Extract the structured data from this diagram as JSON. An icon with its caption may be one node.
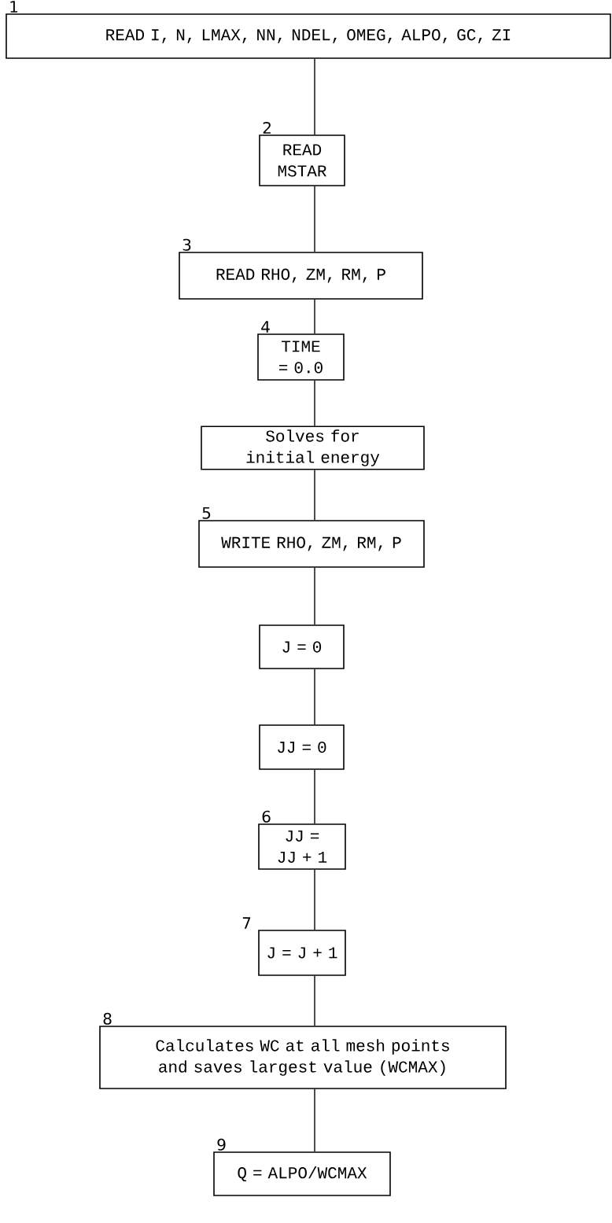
{
  "diagram": {
    "nodes": [
      {
        "text": [
          "READ I, N, LMAX, NN, NDEL, OMEG, ALPO, GC, ZI"
        ],
        "beside": [
          "1"
        ]
      },
      {
        "text": [
          "READ MSTAR"
        ],
        "beside": [
          "2"
        ]
      },
      {
        "text": [
          "READ RHO, ZM, RM, P"
        ],
        "beside": [
          "3"
        ]
      },
      {
        "text": [
          "TIME = 0.0"
        ],
        "beside": [
          "4"
        ]
      },
      {
        "text": [
          "Solves for initial energy"
        ]
      },
      {
        "text": [
          "WRITE RHO, ZM, RM, P"
        ],
        "beside": [
          "5"
        ]
      },
      {
        "text": [
          "J = 0"
        ]
      },
      {
        "text": [
          "JJ = 0"
        ]
      },
      {
        "text": [
          "JJ = JJ + 1"
        ],
        "beside": [
          "6"
        ]
      },
      {
        "text": [
          "J = J + 1"
        ],
        "beside": [
          "7"
        ]
      },
      {
        "text": [
          "Calculates WC at all mesh points and saves largest value (WCMAX)"
        ],
        "beside": [
          "8"
        ]
      },
      {
        "text": [
          "Q = ALPO/WCMAX"
        ],
        "beside": [
          "9"
        ]
      }
    ],
    "edges": [
      {
        "from": 0,
        "to": 1,
        "arrow": "none"
      },
      {
        "from": 1,
        "to": 2,
        "arrow": "none"
      },
      {
        "from": 2,
        "to": 3,
        "arrow": "none"
      },
      {
        "from": 3,
        "to": 4,
        "arrow": "none"
      },
      {
        "from": 4,
        "to": 5,
        "arrow": "none"
      },
      {
        "from": 5,
        "to": 6,
        "arrow": "none"
      },
      {
        "from": 6,
        "to": 7,
        "arrow": "none"
      },
      {
        "from": 7,
        "to": 8,
        "arrow": "none"
      },
      {
        "from": 8,
        "to": 9,
        "arrow": "none"
      },
      {
        "from": 9,
        "to": 10,
        "arrow": "none"
      },
      {
        "from": 10,
        "to": 11,
        "arrow": "none"
      }
    ]
  }
}
